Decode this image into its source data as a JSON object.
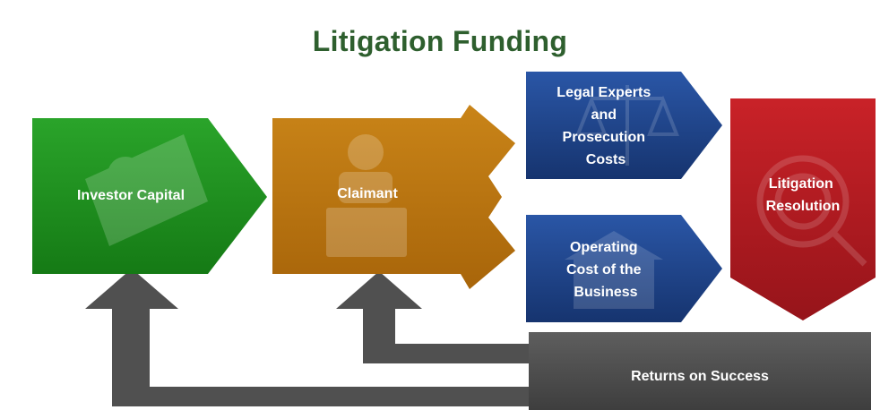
{
  "title": "Litigation Funding",
  "nodes": {
    "investor": {
      "label": "Investor Capital",
      "color": "#1f8f1f",
      "icon": "dollar-bill-icon"
    },
    "claimant": {
      "label": "Claimant",
      "color": "#b8740f",
      "icon": "person-at-desk-icon"
    },
    "legal": {
      "lines": [
        "Legal Experts",
        "and",
        "Prosecution",
        "Costs"
      ],
      "color": "#1d3f86",
      "icon": "scales-of-justice-icon"
    },
    "operating": {
      "lines": [
        "Operating",
        "Cost of the",
        "Business"
      ],
      "color": "#1d3f86",
      "icon": "building-icon"
    },
    "resolution": {
      "lines": [
        "Litigation",
        "Resolution"
      ],
      "color": "#b01a1f",
      "icon": "magnifier-icon"
    },
    "returns": {
      "label": "Returns on Success",
      "color": "#4f4f4f"
    }
  },
  "colors": {
    "title": "#2e5f2e",
    "arrow": "#505050"
  }
}
